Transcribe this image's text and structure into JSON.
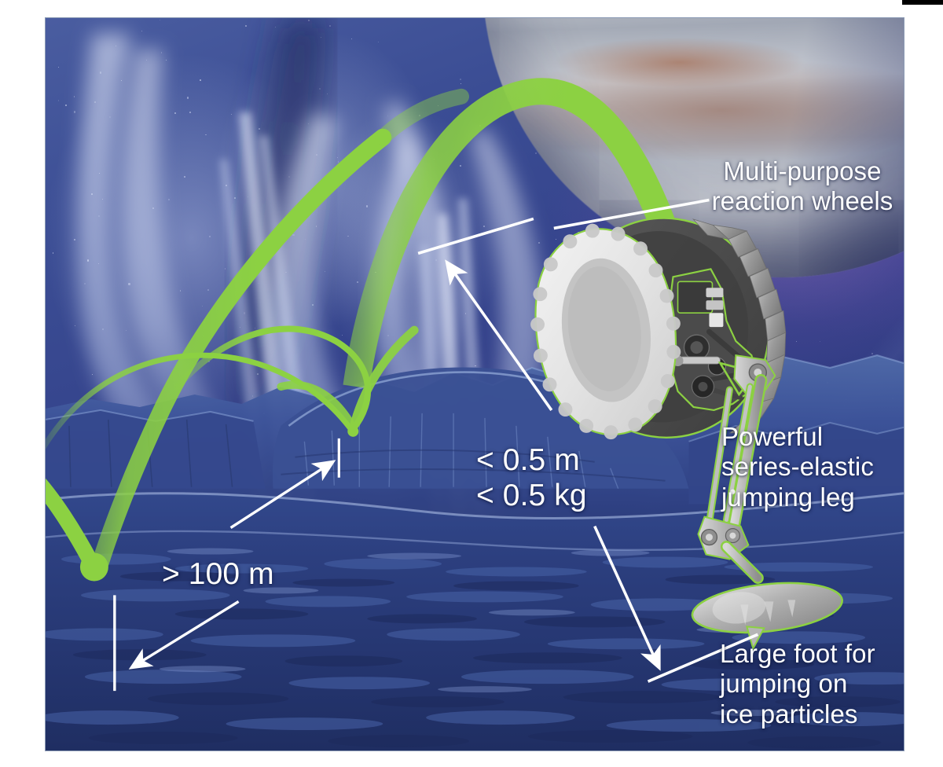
{
  "figure": {
    "title": "Europa/Enceladus jumping robot concept illustration",
    "accent_green": "#8CD142",
    "annotation_color": "#ffffff",
    "sky_color": "#333f86",
    "terrain_color": "#2b3f77"
  },
  "annotations": {
    "reaction_wheels": "Multi-purpose\nreaction wheels",
    "jumping_leg": "Powerful\nseries-elastic\njumping leg",
    "large_foot": "Large foot for\njumping on\nice particles",
    "size_mass": "< 0.5 m\n< 0.5 kg",
    "jump_distance": "> 100 m"
  },
  "annotation_list": [
    {
      "id": "reaction-wheels",
      "text": "Multi-purpose reaction wheels",
      "target": "reaction-wheel-assembly"
    },
    {
      "id": "jumping-leg",
      "text": "Powerful series-elastic jumping leg",
      "target": "leg-assembly"
    },
    {
      "id": "large-foot",
      "text": "Large foot for jumping on ice particles",
      "target": "foot"
    },
    {
      "id": "size-mass",
      "text": "< 0.5 m < 0.5 kg",
      "target": "robot-body"
    },
    {
      "id": "jump-distance",
      "text": "> 100 m",
      "target": "landing-point"
    }
  ],
  "scene_elements": {
    "planet": "gas-giant-limb",
    "plumes": "ice-geyser-plumes",
    "terrain": "icy-surface",
    "trajectories": "green-jump-arcs",
    "robot": "jumping-robot"
  },
  "measurements": {
    "max_dimension": "< 0.5 m",
    "max_mass": "< 0.5 kg",
    "jump_range": "> 100 m"
  }
}
